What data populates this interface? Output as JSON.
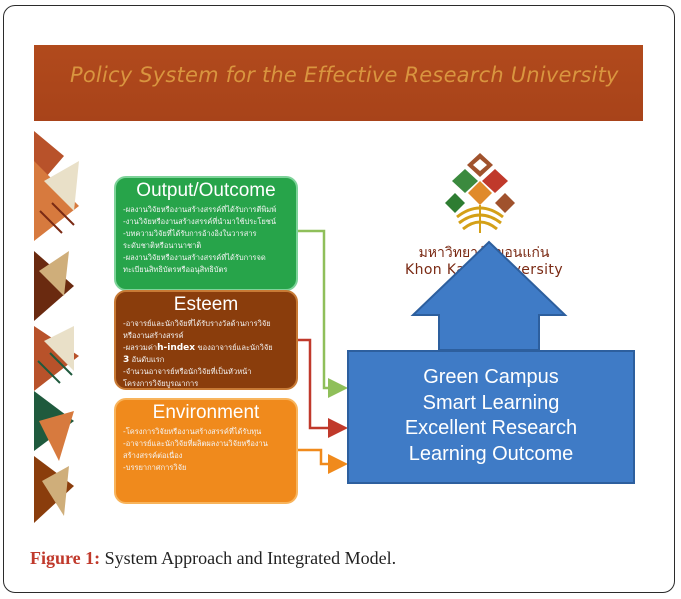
{
  "slide": {
    "banner_title": "Policy  System for the Effective Research University",
    "colors": {
      "banner": "#a8431a",
      "banner_text": "#d9953f",
      "output_box": "#27a44a",
      "esteem_box": "#8a3d0c",
      "environment_box": "#f08a1c",
      "center_box": "#3f7bc6",
      "university_text": "#7a2a14"
    }
  },
  "boxes": {
    "output": {
      "title": "Output/Outcome",
      "items": [
        "-ผลงานวิจัยหรืองานสร้างสรรค์ที่ได้รับการตีพิมพ์",
        "-งานวิจัยหรืองานสร้างสรรค์ที่นำมาใช้ประโยชน์",
        "-บทความวิจัยที่ได้รับการอ้างอิงในวารสาร",
        "ระดับชาติหรือนานาชาติ",
        "-ผลงานวิจัยหรืองานสร้างสรรค์ที่ได้รับการจด",
        "ทะเบียนสิทธิบัตรหรืออนุสิทธิบัตร"
      ]
    },
    "esteem": {
      "title": "Esteem",
      "items": [
        "-อาจารย์และนักวิจัยที่ได้รับรางวัลด้านการวิจัย",
        "หรืองานสร้างสรรค์",
        "-ผลรวมค่า",
        "h-index",
        "ของอาจารย์และนักวิจัย",
        "3",
        "อันดับแรก",
        "-จำนวนอาจารย์หรือนักวิจัยที่เป็นหัวหน้า",
        "โครงการวิจัยบูรณาการ"
      ]
    },
    "environment": {
      "title": "Environment",
      "items": [
        "-โครงการวิจัยหรืองานสร้างสรรค์ที่ได้รับทุน",
        "-อาจารย์และนักวิจัยที่ผลิตผลงานวิจัยหรืองาน",
        "สร้างสรรค์ต่อเนื่อง",
        "-บรรยากาศการวิจัย"
      ]
    }
  },
  "center": {
    "lines": [
      "Green Campus",
      "Smart Learning",
      "Excellent Research",
      "Learning Outcome"
    ]
  },
  "university": {
    "name_thai": "มหาวิทยาลัยขอนแก่น",
    "name_en": "Khon Kaen University"
  },
  "caption": {
    "label": "Figure 1:",
    "text": " System Approach and Integrated Model."
  }
}
